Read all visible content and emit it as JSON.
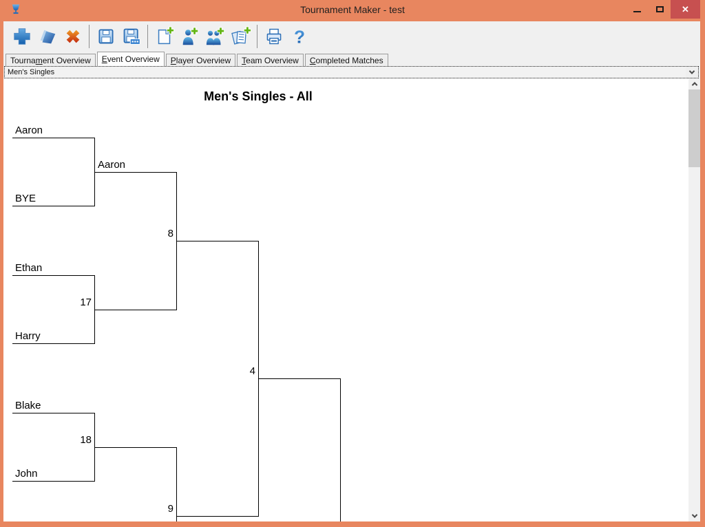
{
  "window": {
    "title": "Tournament Maker - test",
    "app_icon": "trophy-icon",
    "controls": {
      "minimize": "minimize-button",
      "maximize": "maximize-button",
      "close": "close-button",
      "close_glyph": "✕"
    }
  },
  "colors": {
    "titlebar": "#e8865f",
    "close_button": "#c75050",
    "toolbar_bg": "#f0f0f0",
    "content_bg": "#ffffff",
    "bracket_line": "#000000"
  },
  "toolbar": {
    "buttons": [
      {
        "name": "new-tournament",
        "icon": "plus-icon"
      },
      {
        "name": "open-tournament",
        "icon": "open-folder-icon"
      },
      {
        "name": "delete-tournament",
        "icon": "delete-x-icon"
      },
      {
        "name": "save",
        "icon": "save-icon"
      },
      {
        "name": "save-as",
        "icon": "save-as-icon"
      },
      {
        "name": "new-event",
        "icon": "new-document-icon"
      },
      {
        "name": "add-player",
        "icon": "add-player-icon"
      },
      {
        "name": "add-team",
        "icon": "add-team-icon"
      },
      {
        "name": "add-matches",
        "icon": "add-documents-icon"
      },
      {
        "name": "print",
        "icon": "printer-icon"
      },
      {
        "name": "help",
        "icon": "question-mark-icon"
      }
    ]
  },
  "tabs": [
    {
      "pre": "Tourna",
      "key": "m",
      "post": "ent Overview",
      "selected": false
    },
    {
      "pre": "",
      "key": "E",
      "post": "vent Overview",
      "selected": true
    },
    {
      "pre": "",
      "key": "P",
      "post": "layer Overview",
      "selected": false
    },
    {
      "pre": "",
      "key": "T",
      "post": "eam Overview",
      "selected": false
    },
    {
      "pre": "",
      "key": "C",
      "post": "ompleted Matches",
      "selected": false
    }
  ],
  "event_selector": {
    "value": "Men's Singles"
  },
  "bracket": {
    "title": "Men's Singles - All",
    "round1": [
      {
        "top": "Aaron",
        "bottom": "BYE",
        "winner": "Aaron",
        "match_no": ""
      },
      {
        "top": "Ethan",
        "bottom": "Harry",
        "match_no": "17"
      },
      {
        "top": "Blake",
        "bottom": "John",
        "match_no": "18"
      }
    ],
    "round2": [
      {
        "match_no": "8"
      },
      {
        "match_no": "9"
      }
    ],
    "round3": [
      {
        "match_no": "4"
      }
    ]
  }
}
